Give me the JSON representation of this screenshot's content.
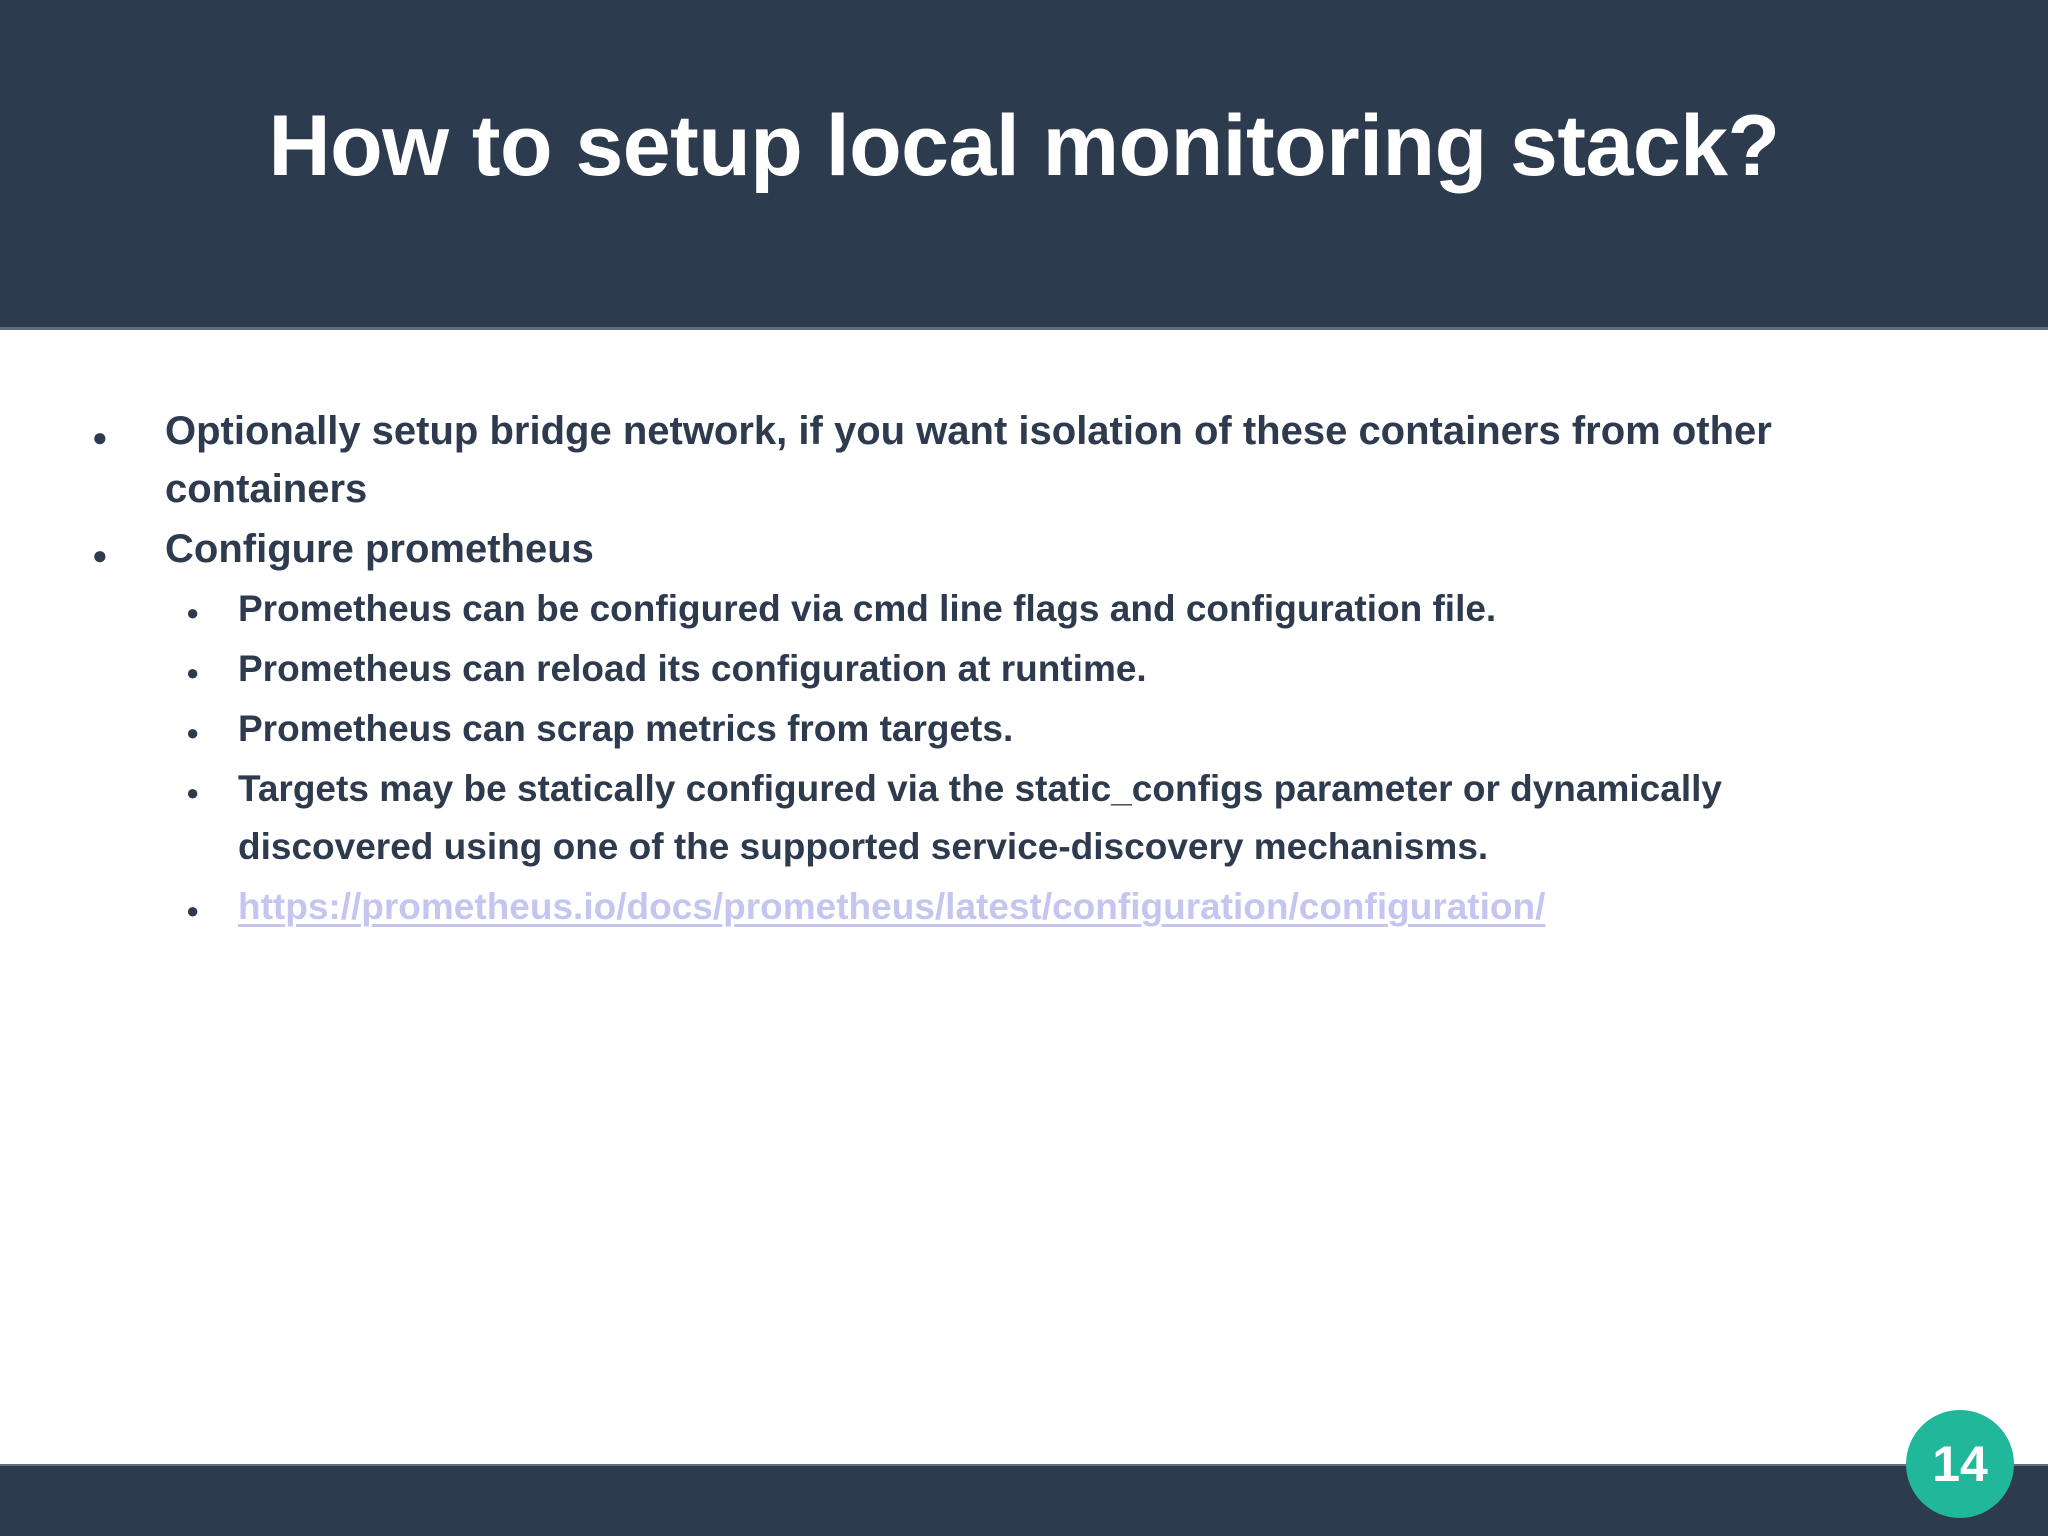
{
  "slide": {
    "title": "How to setup local monitoring stack?",
    "page_number": "14",
    "colors": {
      "header_background": "#2d3b4e",
      "body_background": "#ffffff",
      "body_text": "#2e3b4e",
      "title_text": "#ffffff",
      "link_text": "#c5c6ef",
      "badge_background": "#21b79a",
      "badge_text": "#ffffff",
      "band_border": "#5c6e82"
    },
    "bullet_glyph": "●",
    "bullets": [
      {
        "level": 1,
        "text": "Optionally setup bridge network, if you want isolation of these containers from other containers",
        "is_link": false
      },
      {
        "level": 1,
        "text": "Configure prometheus",
        "is_link": false
      },
      {
        "level": 2,
        "text": "Prometheus can be configured via cmd line flags and configuration file.",
        "is_link": false
      },
      {
        "level": 2,
        "text": "Prometheus can reload its configuration at runtime.",
        "is_link": false
      },
      {
        "level": 2,
        "text": "Prometheus can scrap metrics from targets.",
        "is_link": false
      },
      {
        "level": 2,
        "text": "Targets may be statically configured via the static_configs parameter or dynamically discovered using one of the supported service-discovery mechanisms.",
        "is_link": false
      },
      {
        "level": 2,
        "text": "https://prometheus.io/docs/prometheus/latest/configuration/configuration/",
        "is_link": true
      }
    ]
  }
}
